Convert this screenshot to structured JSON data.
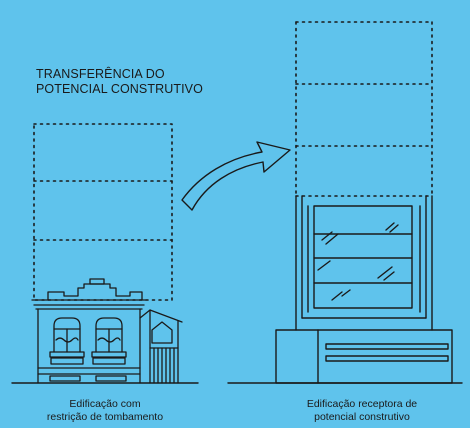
{
  "title": {
    "line1": "TRANSFERÊNCIA DO",
    "line2": "POTENCIAL CONSTRUTIVO"
  },
  "captions": {
    "left": {
      "line1": "Edificação com",
      "line2": "restrição de tombamento"
    },
    "right": {
      "line1": "Edificação receptora de",
      "line2": "potencial construtivo"
    }
  },
  "colors": {
    "background": "#5fc3ec",
    "ink": "#1a1a1a"
  },
  "icons": [
    "transfer-arrow-icon"
  ]
}
